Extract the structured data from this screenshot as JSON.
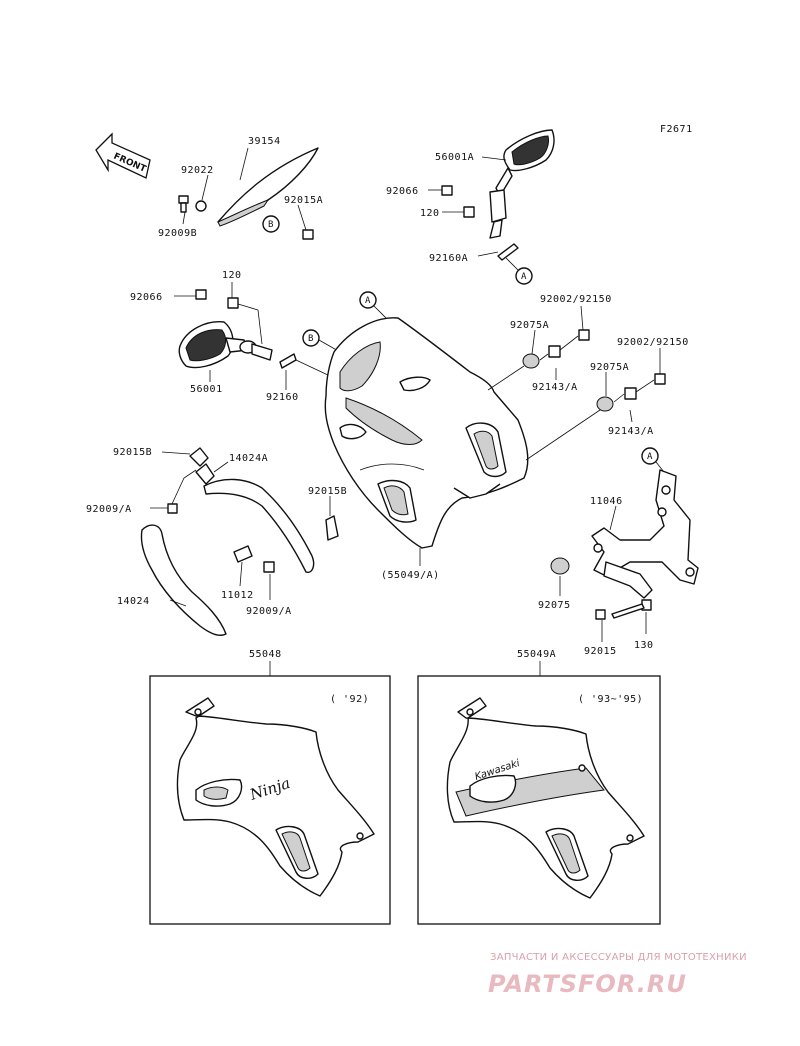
{
  "figure_code": "F2671",
  "front_arrow": "FRONT",
  "labels": {
    "p39154": "39154",
    "p92022": "92022",
    "p92015A_top": "92015A",
    "p92009B": "92009B",
    "p56001A": "56001A",
    "p92066_top": "92066",
    "p120_top": "120",
    "p92160A": "92160A",
    "p120_left": "120",
    "p92066_left": "92066",
    "p56001": "56001",
    "p92160": "92160",
    "p92002_92150_a": "92002/92150",
    "p92075A_a": "92075A",
    "p92143A_a": "92143/A",
    "p92002_92150_b": "92002/92150",
    "p92075A_b": "92075A",
    "p92143A_b": "92143/A",
    "p92015B_left": "92015B",
    "p14024A": "14024A",
    "p92009A_left": "92009/A",
    "p92015B_right": "92015B",
    "p14024": "14024",
    "p11012": "11012",
    "p92009A_bottom": "92009/A",
    "p55049A_paren": "(55049/A)",
    "p11046": "11046",
    "p92075": "92075",
    "p92015": "92015",
    "p130": "130",
    "p55048": "55048",
    "p55049A": "55049A"
  },
  "ref_circles": {
    "A": "A",
    "B": "B"
  },
  "inset_left": {
    "year": "( '92)",
    "emblem": "Ninja"
  },
  "inset_right": {
    "year": "( '93~'95)",
    "emblem": "Kawasaki"
  },
  "watermark": {
    "caption": "ЗАПЧАСТИ И АКСЕССУАРЫ ДЛЯ МОТОТЕХНИКИ",
    "brand": "PARTSFOR.RU"
  }
}
